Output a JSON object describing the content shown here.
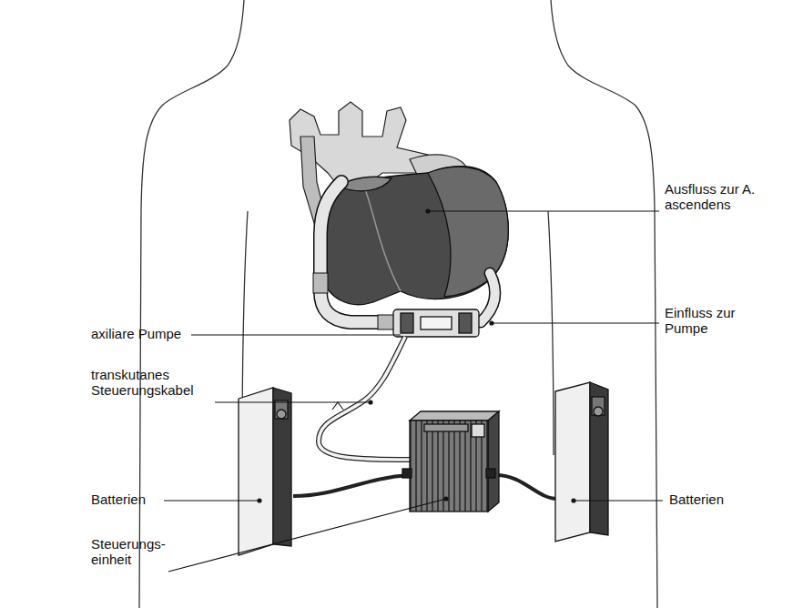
{
  "diagram": {
    "labels": [
      "Ausfluss zur A. ascendens",
      "axiliare Pumpe",
      "Einfluss zur Pumpe",
      "transkutanes Steuerungskabel",
      "Batterien",
      "Steuerungs- einheit",
      "Batterien"
    ]
  }
}
